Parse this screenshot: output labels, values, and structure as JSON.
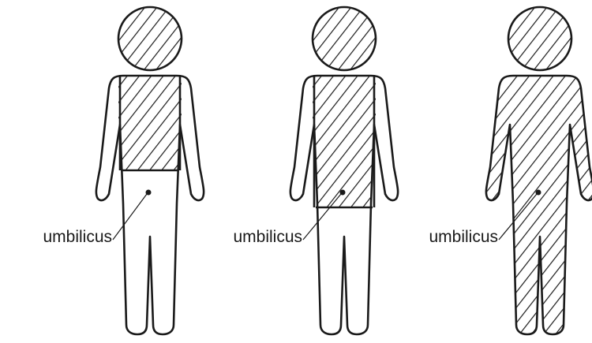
{
  "figures": [
    {
      "label": "umbilicus",
      "shading": "head-and-chest"
    },
    {
      "label": "umbilicus",
      "shading": "head-and-trunk-to-umbilicus"
    },
    {
      "label": "umbilicus",
      "shading": "whole-body"
    }
  ],
  "colors": {
    "stroke": "#1a1a1a",
    "background": "#ffffff"
  }
}
